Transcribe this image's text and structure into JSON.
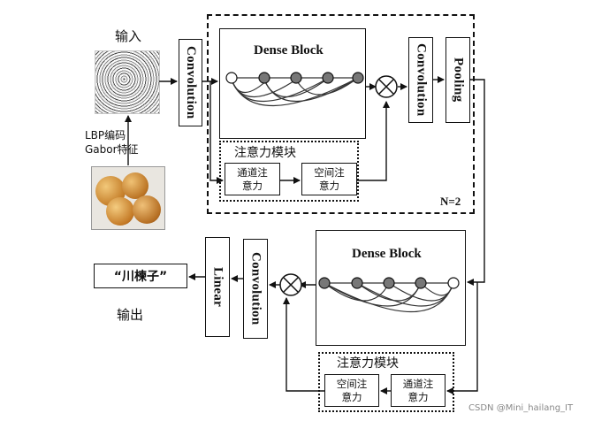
{
  "input_label": "输入",
  "output_label": "输出",
  "encoding_labels": [
    "LBP编码",
    "Gabor特征"
  ],
  "convolution_label": "Convolution",
  "pooling_label": "Pooling",
  "linear_label": "Linear",
  "dense_block_label": "Dense Block",
  "attention_module_label": "注意力模块",
  "channel_attention_label": [
    "通道注",
    "意力"
  ],
  "spatial_attention_label": [
    "空间注",
    "意力"
  ],
  "repeat_label": "N=2",
  "output_class": "“川楝子”",
  "watermark": "CSDN @Mini_hailang_IT"
}
